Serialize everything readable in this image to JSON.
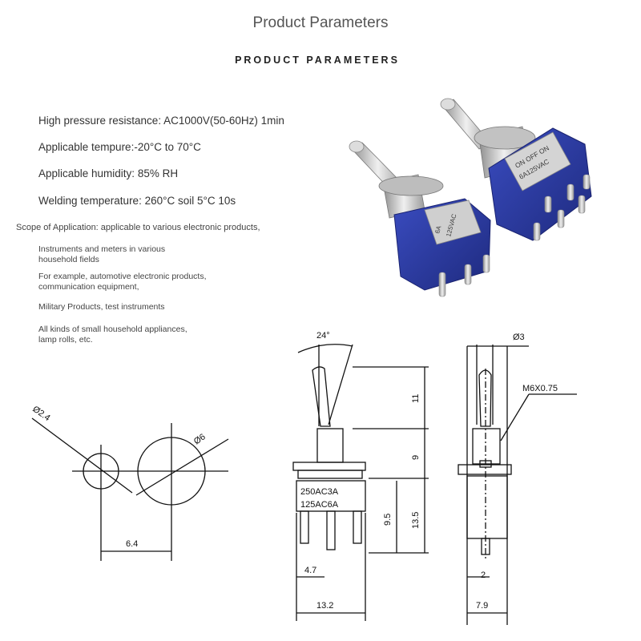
{
  "header": {
    "title": "Product Parameters",
    "subtitle": "PRODUCT PARAMETERS"
  },
  "specs": [
    "High pressure resistance: AC1000V(50-60Hz) 1min",
    "Applicable tempure:-20°C to 70°C",
    "Applicable humidity: 85% RH",
    "Welding temperature: 260°C soil 5°C 10s"
  ],
  "scope": {
    "heading": "Scope of Application: applicable to various electronic products,",
    "items": [
      [
        "Instruments and meters in various",
        "household fields"
      ],
      [
        "For example, automotive electronic products,",
        "communication equipment,"
      ],
      [
        "Military Products, test instruments"
      ],
      [
        "All kinds of small household appliances,",
        "lamp rolls, etc."
      ]
    ]
  },
  "product_photo": {
    "left_switch_label": [
      "6A",
      "125VAC"
    ],
    "right_switch_label": [
      "ON OFF ON",
      "6A125VAC"
    ]
  },
  "drawing": {
    "hole_diameter_small": "Ø2.4",
    "hole_diameter_large": "Ø6",
    "hole_spacing": "6.4",
    "toggle_angle": "24°",
    "lever_length": "11",
    "bushing_height": "9",
    "body_height": "13.5",
    "pin_height": "9.5",
    "pin_pitch": "4.7",
    "body_width": "13.2",
    "body_label_1": "250AC3A",
    "body_label_2": "125AC6A",
    "lever_width": "Ø3",
    "thread": "M6X0.75",
    "pin_width": "2",
    "body_depth": "7.9"
  },
  "colors": {
    "switch_body": "#2b3a9e",
    "metal": "#c9c9c9"
  }
}
